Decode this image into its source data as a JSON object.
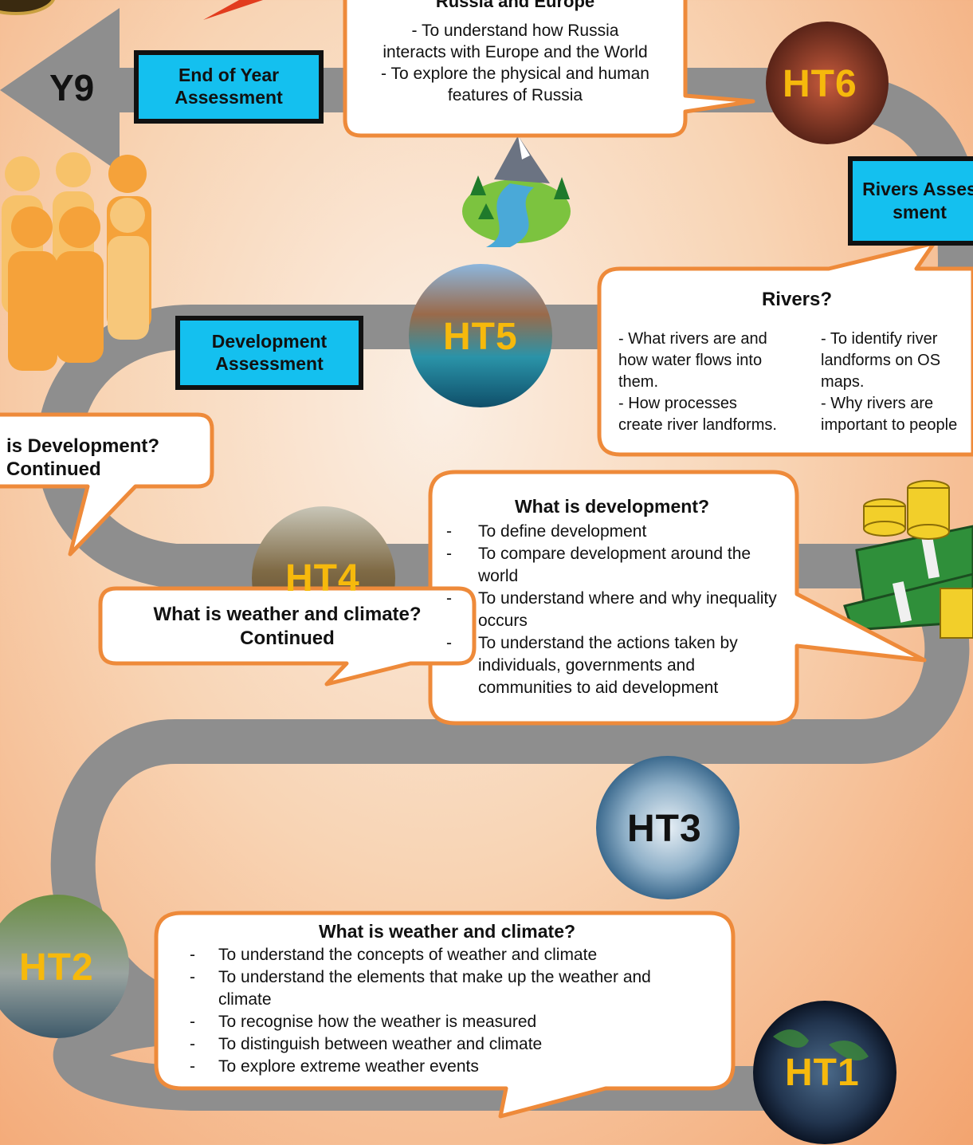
{
  "terms": {
    "ht1": "HT1",
    "ht2": "HT2",
    "ht3": "HT3",
    "ht4": "HT4",
    "ht5": "HT5",
    "ht6": "HT6"
  },
  "year_label": "Y9",
  "assessments": {
    "end_of_year": "End of Year Assessment",
    "development": "Development Assessment",
    "rivers": "Rivers Assessment"
  },
  "russia": {
    "title": "Russia and Europe",
    "line1": "- To understand how Russia",
    "line2": "interacts with Europe and the World",
    "line3": "- To explore the physical and human",
    "line4": "features of Russia"
  },
  "rivers": {
    "title": "Rivers?",
    "left": [
      "- What rivers are and",
      "how water flows into",
      "them.",
      "- How processes",
      "create river landforms."
    ],
    "right": [
      "- To identify river",
      "landforms on OS",
      "maps.",
      "- Why rivers are",
      "important to people"
    ]
  },
  "development_continued": {
    "line1": "is Development?",
    "line2": "Continued"
  },
  "development": {
    "title": "What is development?",
    "items": [
      "To define development",
      "To compare development around the world",
      "To understand where and why inequality occurs",
      "To understand the actions taken by individuals, governments and communities to aid development"
    ]
  },
  "weather_continued": {
    "line1": "What is weather and climate?",
    "line2": "Continued"
  },
  "weather": {
    "title": "What is weather and climate?",
    "items": [
      "To understand the concepts of weather and climate",
      "To understand the elements that make up the weather and climate",
      "To recognise how the weather is measured",
      "To distinguish between weather and climate",
      "To explore extreme weather events"
    ]
  },
  "colors": {
    "road": "#8e8e8e",
    "assessment_box": "#14c0ef",
    "bubble_border": "#ee8a3a",
    "term_gold": "#f6b90c"
  }
}
